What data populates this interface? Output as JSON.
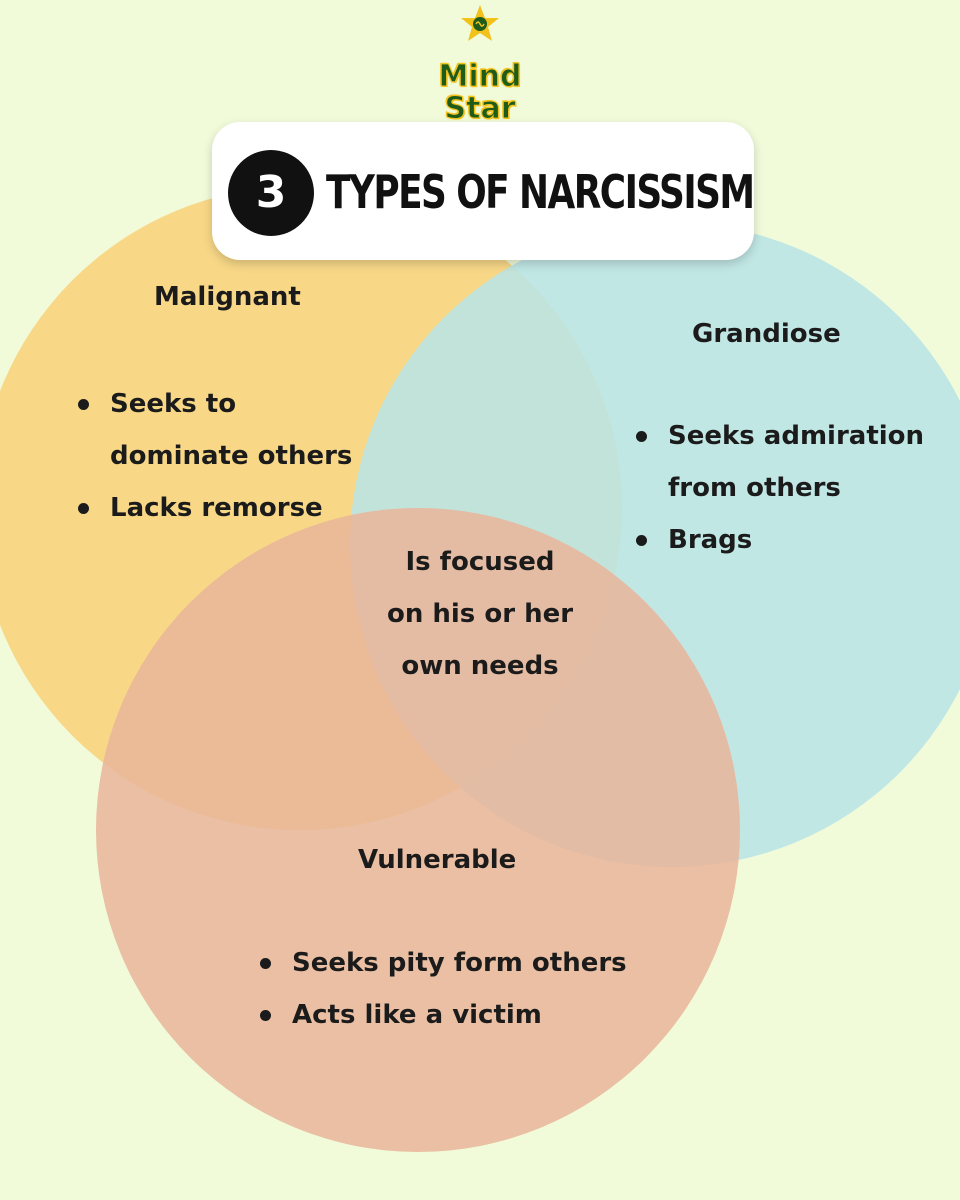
{
  "brand": {
    "name_line1": "Mind",
    "name_line2": "Star",
    "icon": "star-brain-icon"
  },
  "title": {
    "number": "3",
    "text": "TYPES OF NARCISSISM"
  },
  "diagram": {
    "type": "venn",
    "sets": [
      {
        "name": "Malignant",
        "color": "#f8d580",
        "items": [
          "Seeks to dominate others",
          "Lacks remorse"
        ]
      },
      {
        "name": "Grandiose",
        "color": "#b9e4e6",
        "items": [
          "Seeks admiration from others",
          "Brags"
        ]
      },
      {
        "name": "Vulnerable",
        "color": "#e9b49a",
        "items": [
          "Seeks pity form others",
          "Acts like a victim"
        ]
      }
    ],
    "intersection": {
      "lines": [
        "Is focused",
        "on his or her",
        "own needs"
      ]
    }
  },
  "colors": {
    "background": "#f1fbda",
    "malignant": "#f8d580",
    "grandiose": "#b9e4e6",
    "vulnerable": "#e9b49a",
    "brand_green": "#1f5c1a",
    "brand_yellow": "#f2c21b"
  }
}
